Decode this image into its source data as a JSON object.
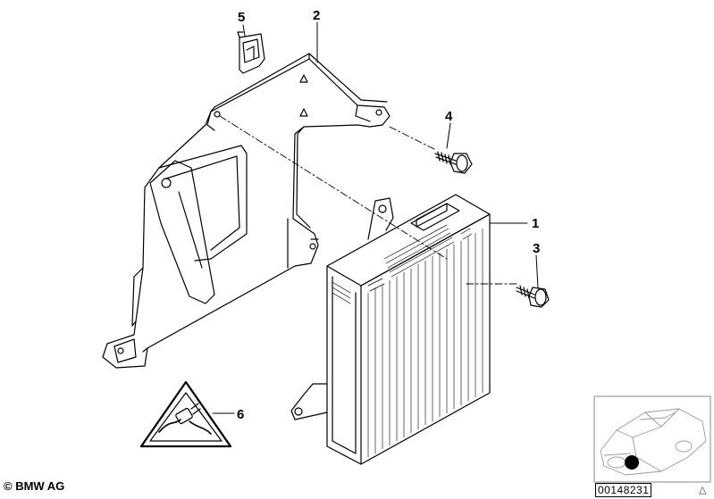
{
  "callouts": [
    {
      "id": "1",
      "label": "1"
    },
    {
      "id": "2",
      "label": "2"
    },
    {
      "id": "3",
      "label": "3"
    },
    {
      "id": "4",
      "label": "4"
    },
    {
      "id": "5",
      "label": "5"
    },
    {
      "id": "6",
      "label": "6"
    }
  ],
  "footer": {
    "copyright": "© BMW AG",
    "image_number": "00148231"
  },
  "colors": {
    "line": "#000000",
    "background": "#ffffff",
    "highlight_dot": "#000000"
  },
  "icons": {
    "warning": "warning-triangle-icon",
    "corner": "triangle-icon"
  }
}
